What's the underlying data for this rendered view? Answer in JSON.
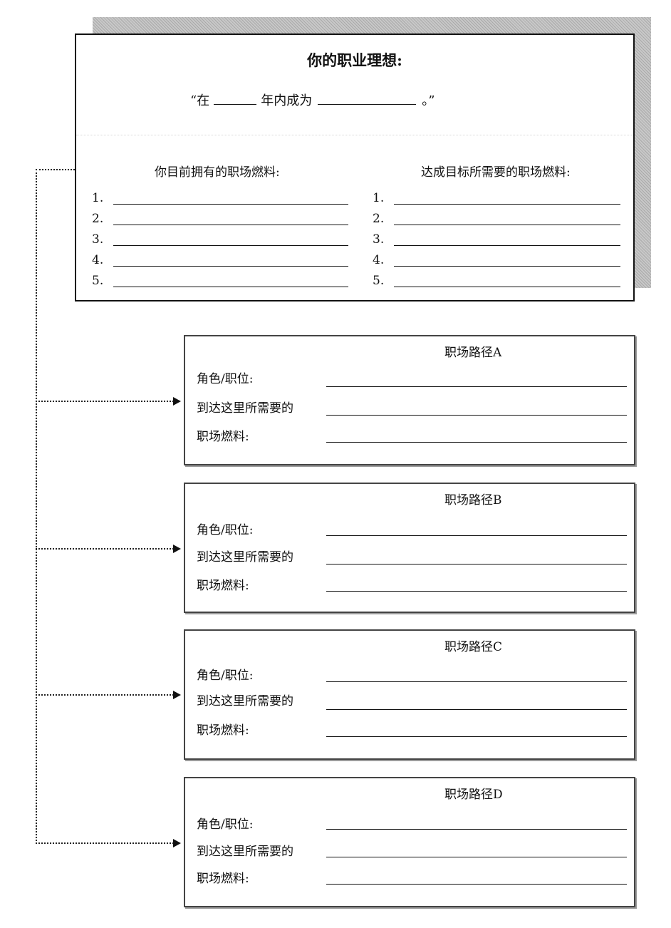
{
  "goal": {
    "title": "你的职业理想:",
    "sentence_prefix": "“在",
    "sentence_middle": "年内成为",
    "sentence_suffix": "。”"
  },
  "fuel": {
    "current_title": "你目前拥有的职场燃料:",
    "needed_title": "达成目标所需要的职场燃料:",
    "numbers": [
      "1.",
      "2.",
      "3.",
      "4.",
      "5."
    ]
  },
  "paths": [
    {
      "title": "职场路径A",
      "role_label": "角色/职位:",
      "needed_label_1": "到达这里所需要的",
      "needed_label_2": "职场燃料:"
    },
    {
      "title": "职场路径B",
      "role_label": "角色/职位:",
      "needed_label_1": "到达这里所需要的",
      "needed_label_2": "职场燃料:"
    },
    {
      "title": "职场路径C",
      "role_label": "角色/职位:",
      "needed_label_1": "到达这里所需要的",
      "needed_label_2": "职场燃料:"
    },
    {
      "title": "职场路径D",
      "role_label": "角色/职位:",
      "needed_label_1": "到达这里所需要的",
      "needed_label_2": "职场燃料:"
    }
  ]
}
